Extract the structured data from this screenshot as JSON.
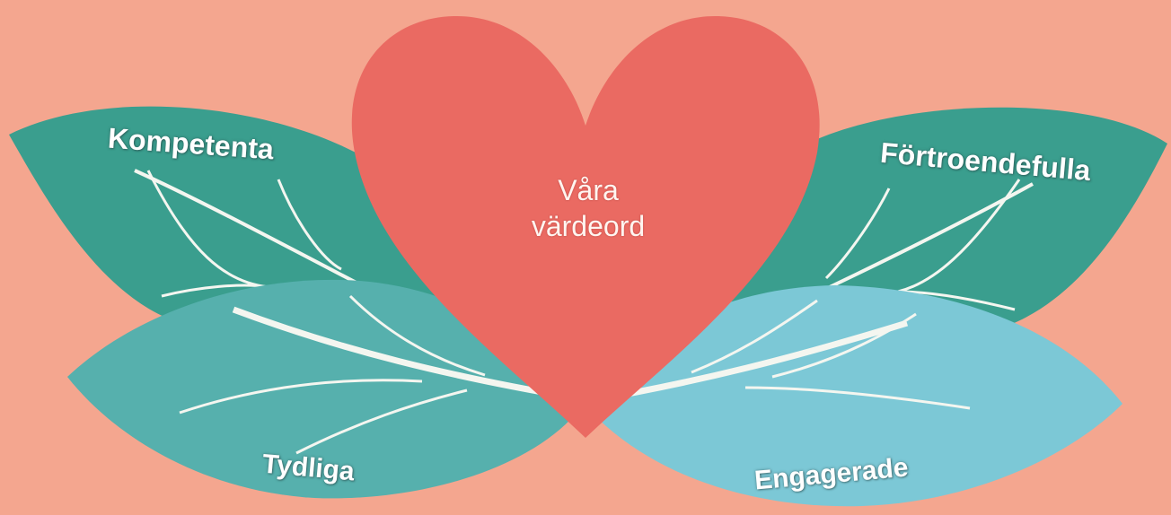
{
  "center": {
    "line1": "Våra",
    "line2": "värdeord"
  },
  "leaves": {
    "top_left": "Kompetenta",
    "top_right": "Förtroendefulla",
    "bottom_left": "Tydliga",
    "bottom_right": "Engagerade"
  },
  "colors": {
    "background": "#f4a68f",
    "heart": "#ea6a62",
    "leaf_dark": "#3a9e8e",
    "leaf_light": "#6fc4cc",
    "vein": "#f4f6f0"
  }
}
